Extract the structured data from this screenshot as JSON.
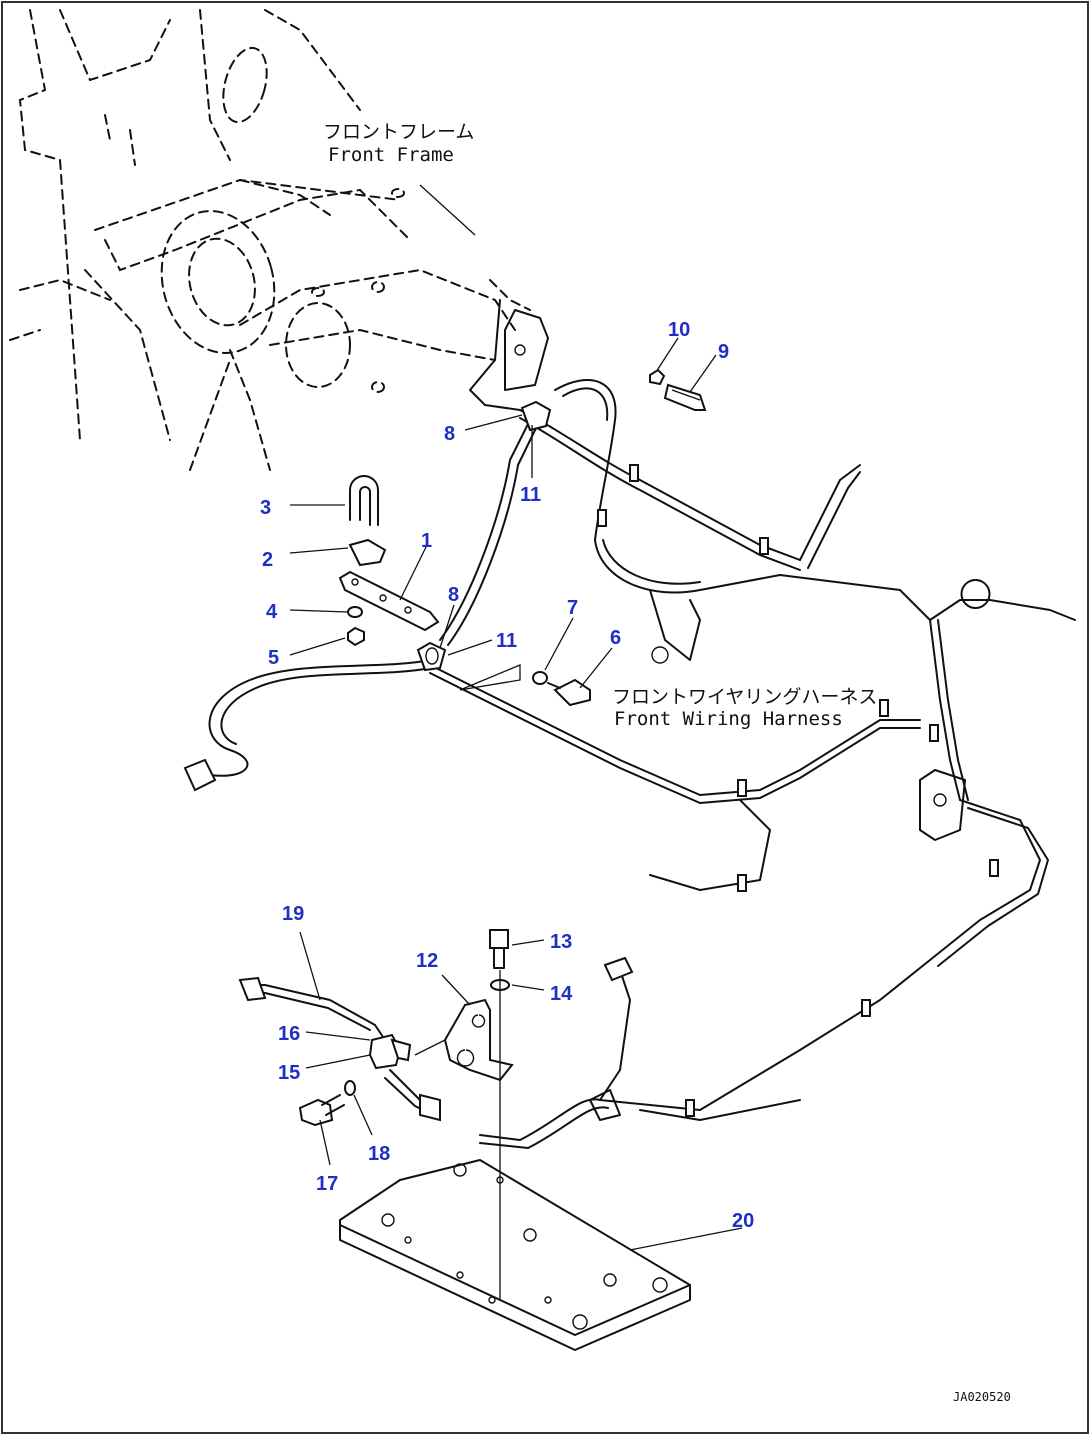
{
  "labels": {
    "front_frame_jp": "フロントフレーム",
    "front_frame_en": "Front Frame",
    "harness_jp": "フロントワイヤリングハーネス",
    "harness_en": "Front Wiring Harness"
  },
  "drawing_code": "JA020520",
  "callouts": {
    "c1": "1",
    "c2": "2",
    "c3": "3",
    "c4": "4",
    "c5": "5",
    "c6": "6",
    "c7": "7",
    "c8a": "8",
    "c8b": "8",
    "c9": "9",
    "c10": "10",
    "c11a": "11",
    "c11b": "11",
    "c12": "12",
    "c13": "13",
    "c14": "14",
    "c15": "15",
    "c16": "16",
    "c17": "17",
    "c18": "18",
    "c19": "19",
    "c20": "20"
  },
  "colors": {
    "callout": "#1f2fc4",
    "line": "#111111"
  }
}
